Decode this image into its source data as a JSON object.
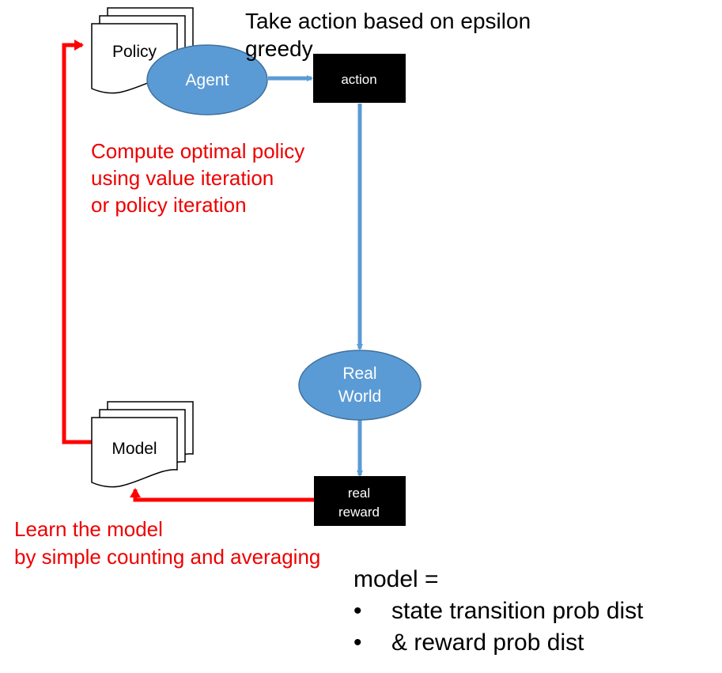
{
  "nodes": {
    "policy": "Policy",
    "agent": "Agent",
    "action": "action",
    "real_world": [
      "Real",
      "World"
    ],
    "real_reward": [
      "real",
      "reward"
    ],
    "model": "Model"
  },
  "annotations": {
    "epsilon": [
      "Take action based on epsilon",
      "greedy"
    ],
    "compute": [
      "Compute optimal policy",
      "using value iteration",
      "or policy iteration"
    ],
    "learn": [
      "Learn the model",
      "by simple counting and averaging"
    ]
  },
  "model_def": {
    "title": "model =",
    "items": [
      "state transition prob dist",
      "& reward prob dist"
    ]
  },
  "colors": {
    "blue_fill": "#5b9bd5",
    "blue_stroke": "#41719c",
    "blue_arrow": "#5b9bd5",
    "red_arrow": "#ff0000",
    "red_text": "#ee0000",
    "box_fill": "#000000"
  }
}
